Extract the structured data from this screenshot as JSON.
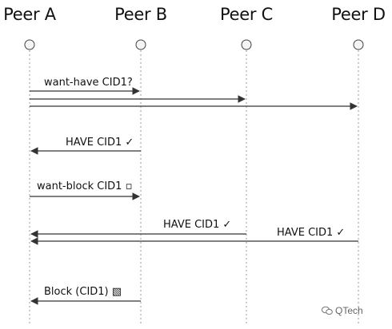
{
  "peers": [
    {
      "name": "Peer A"
    },
    {
      "name": "Peer B"
    },
    {
      "name": "Peer C"
    },
    {
      "name": "Peer D"
    }
  ],
  "messages": {
    "want_have": "want-have CID1?",
    "have_b": "HAVE CID1 ✓",
    "want_block": "want-block CID1 ▫",
    "have_c": "HAVE CID1 ✓",
    "have_d": "HAVE CID1 ✓",
    "block": "Block (CID1) ▧"
  },
  "watermark": {
    "text": "QTech",
    "icon": "wechat-icon"
  },
  "colors": {
    "line": "#333333",
    "lifeline": "#999999",
    "node": "#f4f4f4"
  }
}
